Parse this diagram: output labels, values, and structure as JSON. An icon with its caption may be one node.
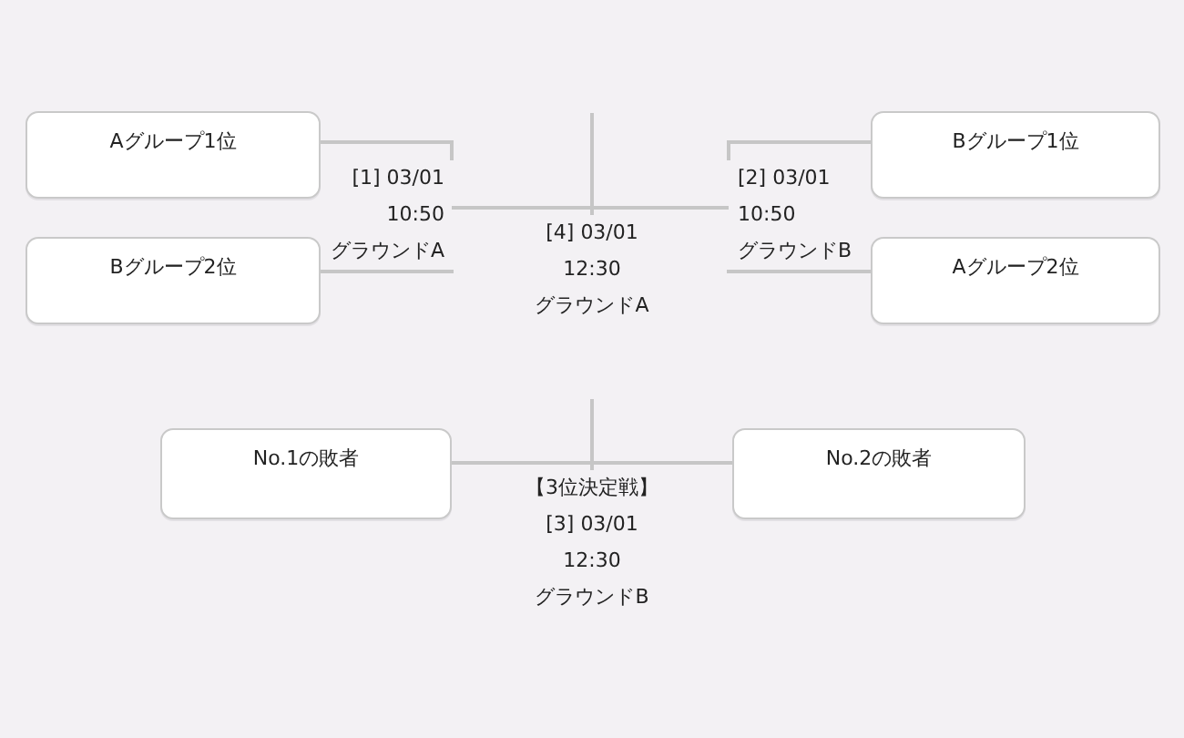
{
  "diagram": {
    "nodes": [
      {
        "text": [
          "Aグループ1位"
        ]
      },
      {
        "text": [
          "Bグループ2位"
        ]
      },
      {
        "text": [
          "Bグループ1位"
        ]
      },
      {
        "text": [
          "Aグループ2位"
        ]
      },
      {
        "text": [
          "No.1の敗者"
        ]
      },
      {
        "text": [
          "No.2の敗者"
        ]
      },
      {
        "text": [
          "[1] 03/01",
          "10:50",
          "グラウンドA"
        ]
      },
      {
        "text": [
          "[2] 03/01",
          "10:50",
          "グラウンドB"
        ]
      },
      {
        "text": [
          "[4] 03/01",
          "12:30",
          "グラウンドA"
        ]
      },
      {
        "text": [
          "【3位決定戦】",
          "[3] 03/01",
          "12:30",
          "グラウンドB"
        ]
      }
    ],
    "edges": [
      {
        "from": 0,
        "to": 6,
        "arrow": "none"
      },
      {
        "from": 1,
        "to": 6,
        "arrow": "none"
      },
      {
        "from": 2,
        "to": 7,
        "arrow": "none"
      },
      {
        "from": 3,
        "to": 7,
        "arrow": "none"
      },
      {
        "from": 6,
        "to": 8,
        "arrow": "none"
      },
      {
        "from": 7,
        "to": 8,
        "arrow": "none"
      },
      {
        "from": 8,
        "to": null,
        "arrow": "none"
      },
      {
        "from": 4,
        "to": 9,
        "arrow": "none"
      },
      {
        "from": 5,
        "to": 9,
        "arrow": "none"
      },
      {
        "from": 9,
        "to": null,
        "arrow": "none"
      }
    ]
  }
}
